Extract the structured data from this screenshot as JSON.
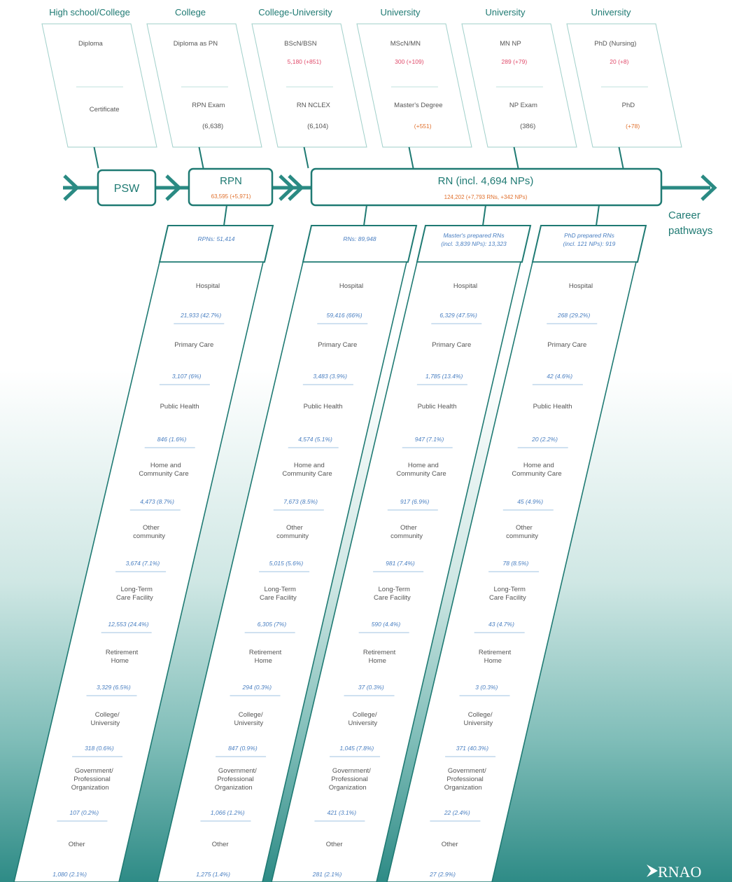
{
  "headers": [
    "High school/College",
    "College",
    "College-University",
    "University",
    "University",
    "University"
  ],
  "top_boxes": [
    {
      "lines": [
        {
          "t": "Diploma",
          "c": "cell"
        },
        {
          "t": "Certificate",
          "c": "cell"
        }
      ]
    },
    {
      "lines": [
        {
          "t": "Diploma as PN",
          "c": "cell"
        },
        {
          "t": "RPN Exam",
          "c": "cell"
        },
        {
          "t": "(6,638)",
          "c": "cell"
        }
      ]
    },
    {
      "lines": [
        {
          "t": "BScN/BSN",
          "c": "cell"
        },
        {
          "t": "5,180 (+851)",
          "c": "cell-red"
        },
        {
          "t": "RN NCLEX",
          "c": "cell"
        },
        {
          "t": "(6,104)",
          "c": "cell"
        }
      ]
    },
    {
      "lines": [
        {
          "t": "MScN/MN",
          "c": "cell"
        },
        {
          "t": "300 (+109)",
          "c": "cell-red"
        },
        {
          "t": "Master's Degree",
          "c": "cell"
        },
        {
          "t": "(+551)",
          "c": "cell-orange"
        }
      ]
    },
    {
      "lines": [
        {
          "t": "MN NP",
          "c": "cell"
        },
        {
          "t": "289 (+79)",
          "c": "cell-red"
        },
        {
          "t": "NP Exam",
          "c": "cell"
        },
        {
          "t": "(386)",
          "c": "cell"
        }
      ]
    },
    {
      "lines": [
        {
          "t": "PhD (Nursing)",
          "c": "cell"
        },
        {
          "t": "20 (+8)",
          "c": "cell-red"
        },
        {
          "t": "PhD",
          "c": "cell"
        },
        {
          "t": "(+78)",
          "c": "cell-orange"
        }
      ]
    }
  ],
  "pathway": {
    "psw": "PSW",
    "rpn_title": "RPN",
    "rpn_sub": "63,595 (+5,971)",
    "rn_title": "RN (incl. 4,694 NPs)",
    "rn_sub": "124,202 (+7,793 RNs, +342 NPs)",
    "career": [
      "Career",
      "pathways"
    ]
  },
  "columns": [
    {
      "head": [
        "RPNs: 51,414"
      ],
      "values": [
        "21,933 (42.7%)",
        "3,107 (6%)",
        "846 (1.6%)",
        "4,473 (8.7%)",
        "3,674 (7.1%)",
        "12,553 (24.4%)",
        "3,329 (6.5%)",
        "318 (0.6%)",
        "107 (0.2%)",
        "1,080 (2.1%)"
      ]
    },
    {
      "head": [
        "RNs: 89,948"
      ],
      "values": [
        "59,416 (66%)",
        "3,483 (3.9%)",
        "4,574 (5.1%)",
        "7,673 (8.5%)",
        "5,015 (5.6%)",
        "6,305 (7%)",
        "294 (0.3%)",
        "847 (0.9%)",
        "1,066 (1.2%)",
        "1,275 (1.4%)"
      ]
    },
    {
      "head": [
        "Master's prepared RNs",
        "(incl. 3,839 NPs): 13,323"
      ],
      "values": [
        "6,329 (47.5%)",
        "1,785 (13.4%)",
        "947 (7.1%)",
        "917 (6.9%)",
        "981 (7.4%)",
        "590 (4.4%)",
        "37 (0.3%)",
        "1,045 (7.8%)",
        "421 (3.1%)",
        "281 (2.1%)"
      ]
    },
    {
      "head": [
        "PhD prepared RNs",
        "(incl. 121 NPs): 919"
      ],
      "values": [
        "268 (29.2%)",
        "42 (4.6%)",
        "20 (2.2%)",
        "45 (4.9%)",
        "78 (8.5%)",
        "43 (4.7%)",
        "3 (0.3%)",
        "371 (40.3%)",
        "22 (2.4%)",
        "27 (2.9%)"
      ]
    }
  ],
  "categories": [
    [
      "Hospital"
    ],
    [
      "Primary Care"
    ],
    [
      "Public Health"
    ],
    [
      "Home and",
      "Community Care"
    ],
    [
      "Other",
      "community"
    ],
    [
      "Long-Term",
      "Care Facility"
    ],
    [
      "Retirement",
      "Home"
    ],
    [
      "College/",
      "University"
    ],
    [
      "Government/",
      "Professional",
      "Organization"
    ],
    [
      "Other"
    ]
  ],
  "logo": "RNAO",
  "colors": {
    "teal": "#1f7a73",
    "arrow": "#2a8a83",
    "blue": "#4a7fc1",
    "red": "#e04a6a",
    "orange": "#e0712e"
  }
}
